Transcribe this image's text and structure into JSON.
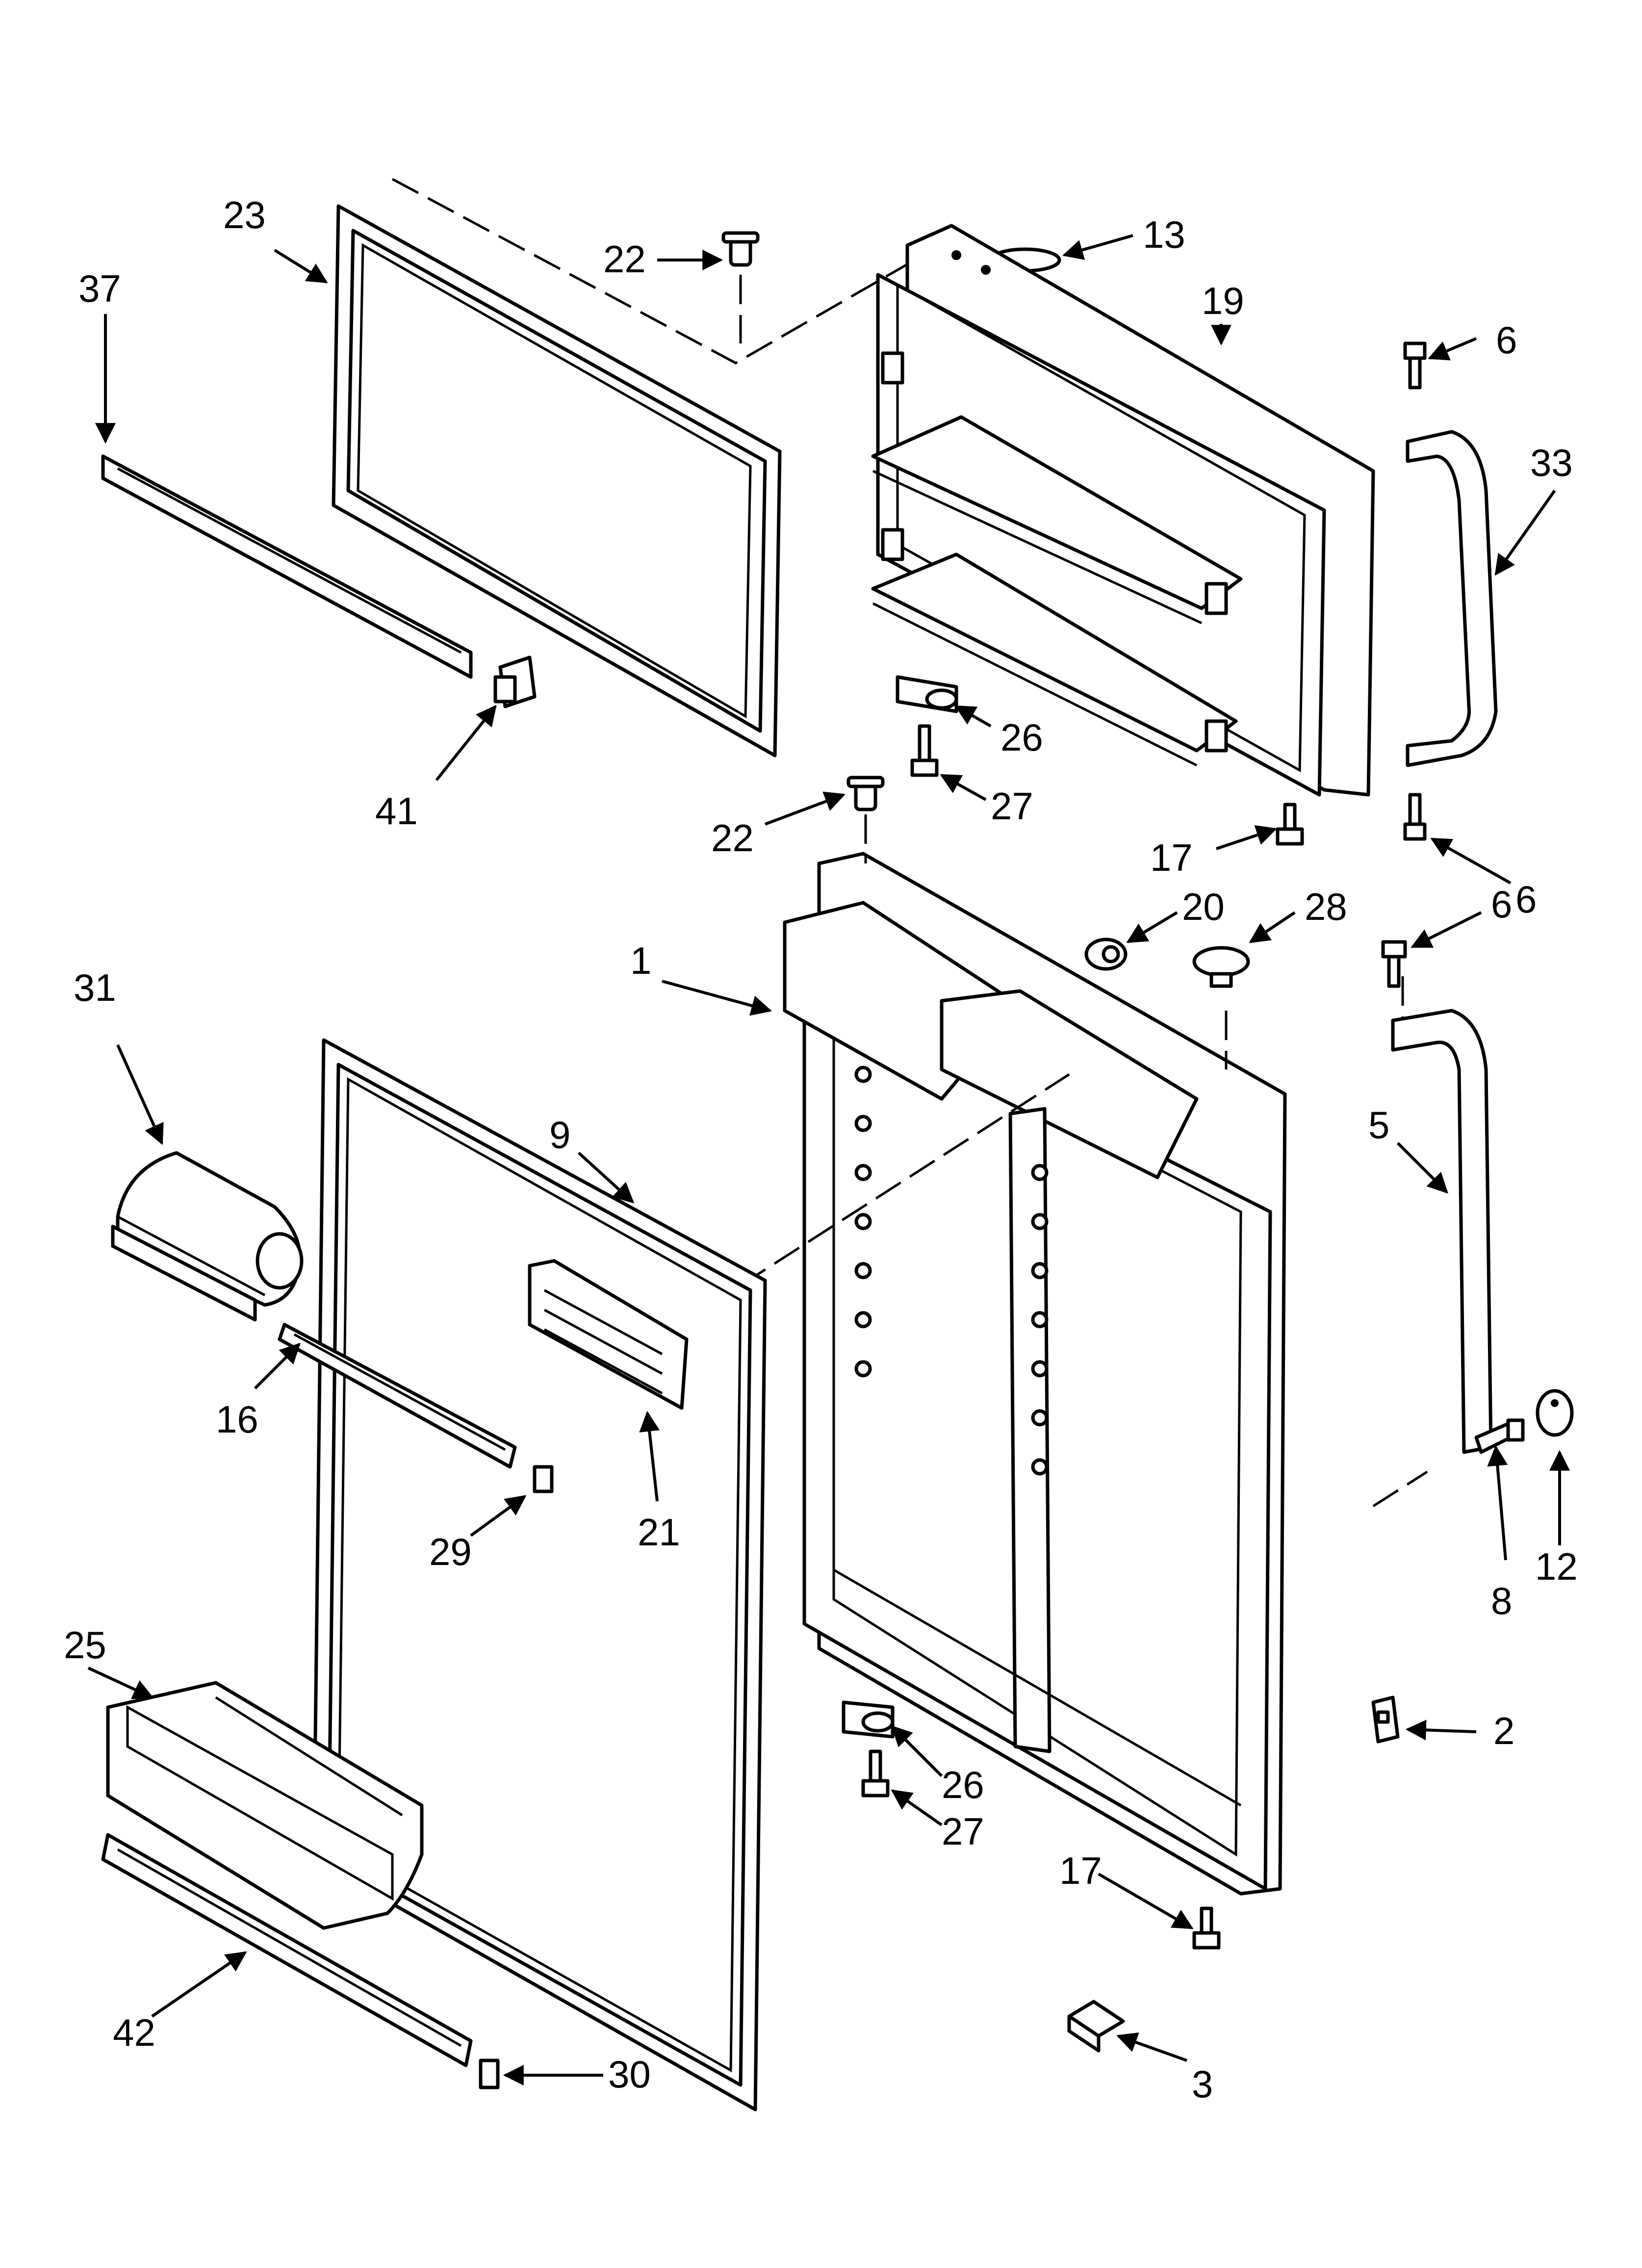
{
  "diagram": {
    "callouts": [
      {
        "id": "c1",
        "text": "1"
      },
      {
        "id": "c2",
        "text": "2"
      },
      {
        "id": "c3",
        "text": "3"
      },
      {
        "id": "c5",
        "text": "5"
      },
      {
        "id": "c6a",
        "text": "6"
      },
      {
        "id": "c6b",
        "text": "6"
      },
      {
        "id": "c6c",
        "text": "6"
      },
      {
        "id": "c8",
        "text": "8"
      },
      {
        "id": "c9",
        "text": "9"
      },
      {
        "id": "c12",
        "text": "12"
      },
      {
        "id": "c13",
        "text": "13"
      },
      {
        "id": "c16",
        "text": "16"
      },
      {
        "id": "c17a",
        "text": "17"
      },
      {
        "id": "c17b",
        "text": "17"
      },
      {
        "id": "c19",
        "text": "19"
      },
      {
        "id": "c20",
        "text": "20"
      },
      {
        "id": "c21",
        "text": "21"
      },
      {
        "id": "c22a",
        "text": "22"
      },
      {
        "id": "c22b",
        "text": "22"
      },
      {
        "id": "c23",
        "text": "23"
      },
      {
        "id": "c25",
        "text": "25"
      },
      {
        "id": "c26a",
        "text": "26"
      },
      {
        "id": "c26b",
        "text": "26"
      },
      {
        "id": "c27a",
        "text": "27"
      },
      {
        "id": "c27b",
        "text": "27"
      },
      {
        "id": "c28",
        "text": "28"
      },
      {
        "id": "c29",
        "text": "29"
      },
      {
        "id": "c30",
        "text": "30"
      },
      {
        "id": "c31",
        "text": "31"
      },
      {
        "id": "c33",
        "text": "33"
      },
      {
        "id": "c37",
        "text": "37"
      },
      {
        "id": "c41",
        "text": "41"
      },
      {
        "id": "c42",
        "text": "42"
      }
    ]
  }
}
